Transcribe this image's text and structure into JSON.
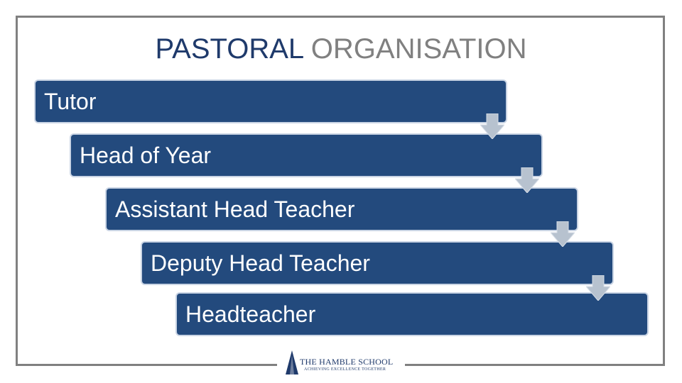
{
  "title": {
    "strong": "PASTORAL",
    "rest": " ORGANISATION"
  },
  "steps": [
    {
      "label": "Tutor"
    },
    {
      "label": "Head of Year"
    },
    {
      "label": "Assistant Head Teacher"
    },
    {
      "label": "Deputy Head Teacher"
    },
    {
      "label": "Headteacher"
    }
  ],
  "logo": {
    "name": "THE HAMBLE SCHOOL",
    "tagline": "ACHIEVING EXCELLENCE TOGETHER"
  },
  "colors": {
    "box": "#234a7d",
    "title_strong": "#1f3a6b",
    "title_rest": "#808080",
    "arrow": "#b7c2cf"
  },
  "icons": {
    "arrow": "down-arrow-icon",
    "logo_mark": "spire-logo-icon"
  }
}
